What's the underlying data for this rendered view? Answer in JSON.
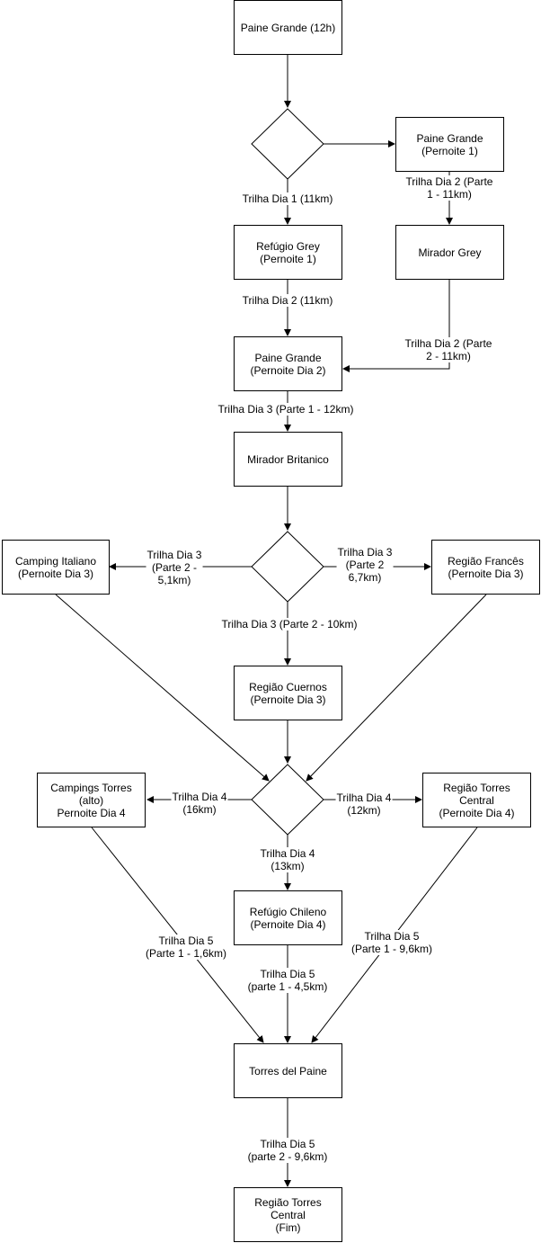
{
  "nodes": {
    "n1": "Paine Grande (12h)",
    "n2": "Paine Grande\n(Pernoite 1)",
    "n3": "Refúgio Grey\n(Pernoite 1)",
    "n4": "Mirador Grey",
    "n5": "Paine Grande\n(Pernoite Dia 2)",
    "n6": "Mirador Britanico",
    "n7": "Camping Italiano\n(Pernoite Dia 3)",
    "n8": "Região Francês\n(Pernoite Dia 3)",
    "n9": "Região Cuernos\n(Pernoite Dia 3)",
    "n10": "Campings Torres\n(alto)\nPernoite Dia 4",
    "n11": "Região Torres\nCentral\n(Pernoite Dia 4)",
    "n12": "Refúgio Chileno\n(Pernoite Dia 4)",
    "n13": "Torres del Paine",
    "n14": "Região Torres\nCentral\n(Fim)"
  },
  "edges": {
    "e1": "Trilha Dia 1 (11km)",
    "e2": "Trilha Dia 2 (Parte 1 - 11km)",
    "e3": "Trilha Dia 2 (11km)",
    "e4": "Trilha Dia 2 (Parte 2 - 11km)",
    "e5": "Trilha Dia 3 (Parte 1 - 12km)",
    "e6": "Trilha Dia 3\n(Parte 2 -\n5,1km)",
    "e7": "Trilha Dia 3\n(Parte 2\n6,7km)",
    "e8": "Trilha Dia 3 (Parte 2 - 10km)",
    "e9": "Trilha Dia 4\n(16km)",
    "e10": "Trilha Dia 4\n(12km)",
    "e11": "Trilha Dia 4\n(13km)",
    "e12": "Trilha Dia 5\n(Parte 1 - 1,6km)",
    "e13": "Trilha Dia 5\n(parte 1 - 4,5km)",
    "e14": "Trilha Dia 5\n(Parte 1 - 9,6km)",
    "e15": "Trilha Dia 5\n(parte 2 - 9,6km)"
  }
}
